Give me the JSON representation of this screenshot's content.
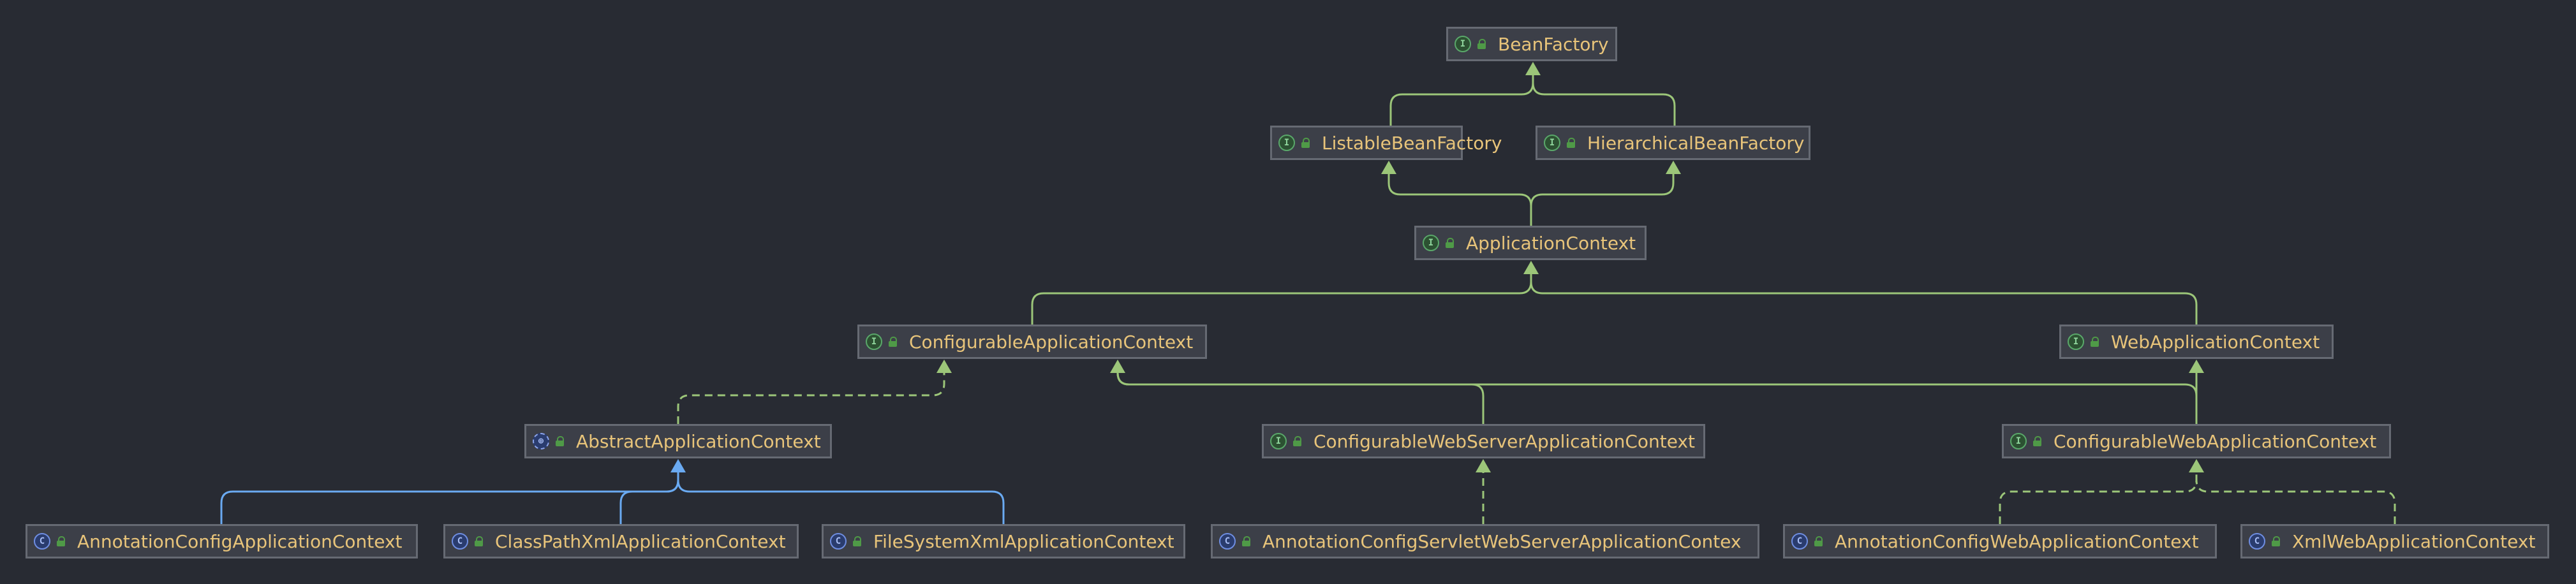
{
  "colors": {
    "background": "#282b33",
    "node_fill": "#3c3f48",
    "node_border": "#666a73",
    "label": "#e8c47a",
    "extends_edge": "#9cc679",
    "implements_edge": "#6aaaf2"
  },
  "nodes": [
    {
      "id": "bean-factory",
      "label": "BeanFactory",
      "kind": "interface",
      "icon": "interface-icon"
    },
    {
      "id": "listable-bean-factory",
      "label": "ListableBeanFactory",
      "kind": "interface",
      "icon": "interface-icon"
    },
    {
      "id": "hierarchical-bean-factory",
      "label": "HierarchicalBeanFactory",
      "kind": "interface",
      "icon": "interface-icon"
    },
    {
      "id": "application-context",
      "label": "ApplicationContext",
      "kind": "interface",
      "icon": "interface-icon"
    },
    {
      "id": "configurable-application-context",
      "label": "ConfigurableApplicationContext",
      "kind": "interface",
      "icon": "interface-icon"
    },
    {
      "id": "web-application-context",
      "label": "WebApplicationContext",
      "kind": "interface",
      "icon": "interface-icon"
    },
    {
      "id": "abstract-application-context",
      "label": "AbstractApplicationContext",
      "kind": "abstract",
      "icon": "abstract-class-icon"
    },
    {
      "id": "configurable-web-server-application-context",
      "label": "ConfigurableWebServerApplicationContext",
      "kind": "interface",
      "icon": "interface-icon"
    },
    {
      "id": "configurable-web-application-context",
      "label": "ConfigurableWebApplicationContext",
      "kind": "interface",
      "icon": "interface-icon"
    },
    {
      "id": "annotation-config-application-context",
      "label": "AnnotationConfigApplicationContext",
      "kind": "class",
      "icon": "class-icon"
    },
    {
      "id": "class-path-xml-application-context",
      "label": "ClassPathXmlApplicationContext",
      "kind": "class",
      "icon": "class-icon"
    },
    {
      "id": "file-system-xml-application-context",
      "label": "FileSystemXmlApplicationContext",
      "kind": "class",
      "icon": "class-icon"
    },
    {
      "id": "annotation-config-servlet-web-server-application-context",
      "label": "AnnotationConfigServletWebServerApplicationContex",
      "kind": "class",
      "icon": "class-icon"
    },
    {
      "id": "annotation-config-web-application-context",
      "label": "AnnotationConfigWebApplicationContext",
      "kind": "class",
      "icon": "class-icon"
    },
    {
      "id": "xml-web-application-context",
      "label": "XmlWebApplicationContext",
      "kind": "class",
      "icon": "class-icon"
    }
  ],
  "edges": [
    {
      "from": "listable-bean-factory",
      "to": "bean-factory",
      "type": "extends"
    },
    {
      "from": "hierarchical-bean-factory",
      "to": "bean-factory",
      "type": "extends"
    },
    {
      "from": "application-context",
      "to": "listable-bean-factory",
      "type": "extends"
    },
    {
      "from": "application-context",
      "to": "hierarchical-bean-factory",
      "type": "extends"
    },
    {
      "from": "configurable-application-context",
      "to": "application-context",
      "type": "extends"
    },
    {
      "from": "web-application-context",
      "to": "application-context",
      "type": "extends"
    },
    {
      "from": "abstract-application-context",
      "to": "configurable-application-context",
      "type": "implements"
    },
    {
      "from": "configurable-web-server-application-context",
      "to": "configurable-application-context",
      "type": "extends"
    },
    {
      "from": "configurable-web-application-context",
      "to": "configurable-application-context",
      "type": "extends"
    },
    {
      "from": "configurable-web-application-context",
      "to": "web-application-context",
      "type": "extends"
    },
    {
      "from": "annotation-config-application-context",
      "to": "abstract-application-context",
      "type": "extends"
    },
    {
      "from": "class-path-xml-application-context",
      "to": "abstract-application-context",
      "type": "extends"
    },
    {
      "from": "file-system-xml-application-context",
      "to": "abstract-application-context",
      "type": "extends"
    },
    {
      "from": "annotation-config-servlet-web-server-application-context",
      "to": "configurable-web-server-application-context",
      "type": "implements"
    },
    {
      "from": "annotation-config-web-application-context",
      "to": "configurable-web-application-context",
      "type": "implements"
    },
    {
      "from": "xml-web-application-context",
      "to": "configurable-web-application-context",
      "type": "implements"
    }
  ]
}
